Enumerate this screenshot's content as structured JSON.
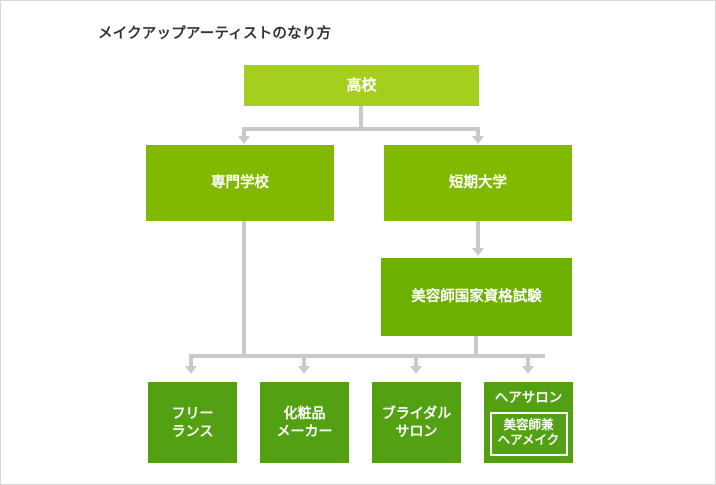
{
  "chart_data": {
    "type": "diagram",
    "title": "メイクアップアーティストのなり方",
    "nodes": [
      {
        "id": "highschool",
        "label": "高校",
        "tier": 1,
        "color": "#a6ce1f"
      },
      {
        "id": "vocational",
        "label": "専門学校",
        "tier": 2,
        "color": "#81b900"
      },
      {
        "id": "juniorcollege",
        "label": "短期大学",
        "tier": 2,
        "color": "#81b900"
      },
      {
        "id": "exam",
        "label": "美容師国家資格試験",
        "tier": 3,
        "color": "#6cb000"
      },
      {
        "id": "freelance",
        "label": "フリー\nランス",
        "tier": 4,
        "color": "#53a112"
      },
      {
        "id": "cosmetics",
        "label": "化粧品\nメーカー",
        "tier": 4,
        "color": "#53a112"
      },
      {
        "id": "bridal",
        "label": "ブライダル\nサロン",
        "tier": 4,
        "color": "#53a112"
      },
      {
        "id": "hairsalon",
        "label": "ヘアサロン",
        "tier": 4,
        "color": "#53a112",
        "sub_label": "美容師兼\nヘアメイク"
      }
    ],
    "edges": [
      {
        "from": "highschool",
        "to": "vocational"
      },
      {
        "from": "highschool",
        "to": "juniorcollege"
      },
      {
        "from": "juniorcollege",
        "to": "exam"
      },
      {
        "from": "vocational",
        "to": "freelance"
      },
      {
        "from": "vocational",
        "to": "cosmetics"
      },
      {
        "from": "vocational",
        "to": "bridal"
      },
      {
        "from": "vocational",
        "to": "hairsalon"
      },
      {
        "from": "exam",
        "to": "freelance"
      },
      {
        "from": "exam",
        "to": "cosmetics"
      },
      {
        "from": "exam",
        "to": "bridal"
      },
      {
        "from": "exam",
        "to": "hairsalon"
      }
    ],
    "connector_color": "#c9c9c9",
    "background": "#ffffff",
    "border_color": "#d8d8d8"
  },
  "diagram": {
    "title": "メイクアップアーティストのなり方",
    "nodes": {
      "highschool": {
        "label": "高校"
      },
      "vocational": {
        "label": "専門学校"
      },
      "juniorcollege": {
        "label": "短期大学"
      },
      "exam": {
        "label": "美容師国家資格試験"
      },
      "freelance": {
        "label": "フリー\nランス"
      },
      "cosmetics": {
        "label": "化粧品\nメーカー"
      },
      "bridal": {
        "label": "ブライダル\nサロン"
      },
      "hairsalon": {
        "label": "ヘアサロン",
        "sub_label": "美容師兼\nヘアメイク"
      }
    }
  }
}
